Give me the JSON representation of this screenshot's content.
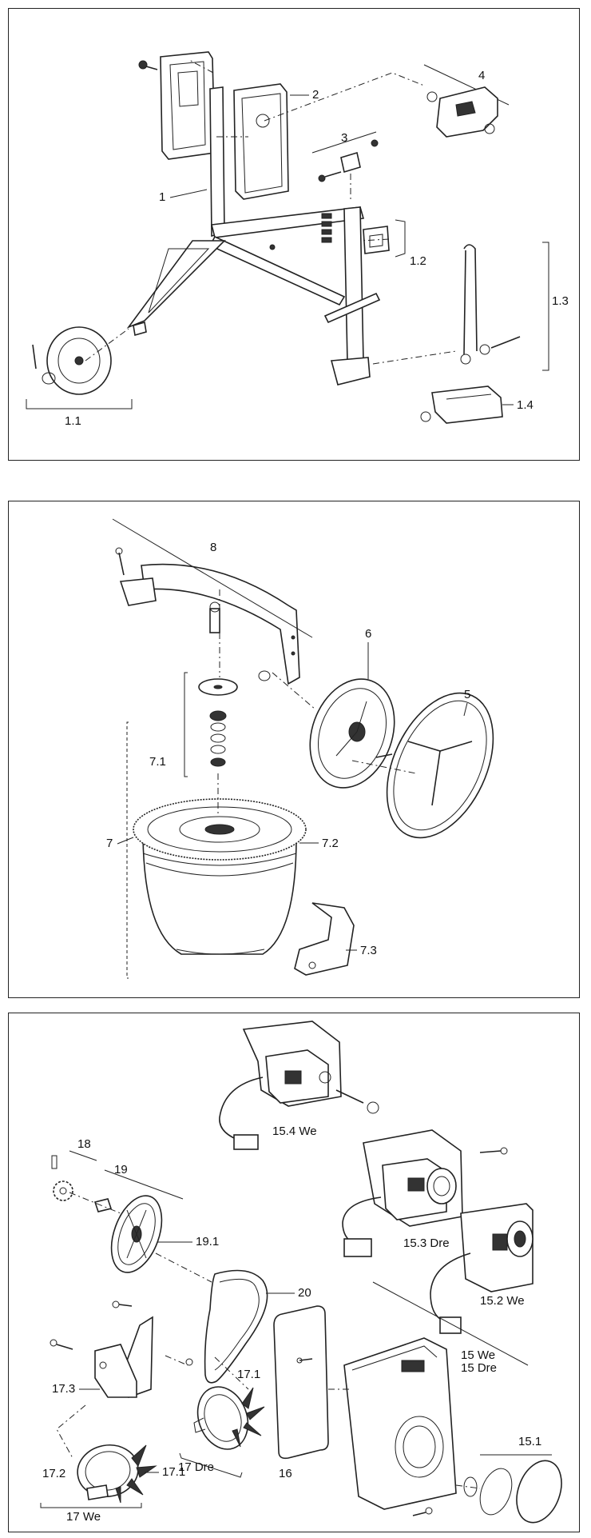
{
  "panels": [
    {
      "id": "frame-assembly",
      "labels": {
        "frame": "1",
        "wheel": "1.1",
        "clamp": "1.2",
        "spring_bar": "1.3",
        "foot_bracket": "1.4",
        "cover_plate": "2",
        "bolt_clip": "3",
        "latch": "4"
      }
    },
    {
      "id": "drum-assembly",
      "labels": {
        "yoke": "8",
        "handwheel_hub": "6",
        "handwheel": "5",
        "bearing_stack": "7.1",
        "drum": "7",
        "ring_gear": "7.2",
        "bracket": "7.3"
      }
    },
    {
      "id": "motor-electrics",
      "labels": {
        "switch_we": "15.4 We",
        "switch_dre": "15.3 Dre",
        "plug_box": "15.2 We",
        "housing": "15 We",
        "housing_dre": "15 Dre",
        "housing_cover": "15.1",
        "pinion_group": "18",
        "pulley_group": "19",
        "pulley": "19.1",
        "belt": "20",
        "motor_bracket": "17.3",
        "motor_fan_dre": "17.1",
        "motor_dre": "17 Dre",
        "gasket": "16",
        "motor_fan_we": "17.1",
        "brush": "17.2",
        "motor_we": "17 We"
      }
    }
  ]
}
